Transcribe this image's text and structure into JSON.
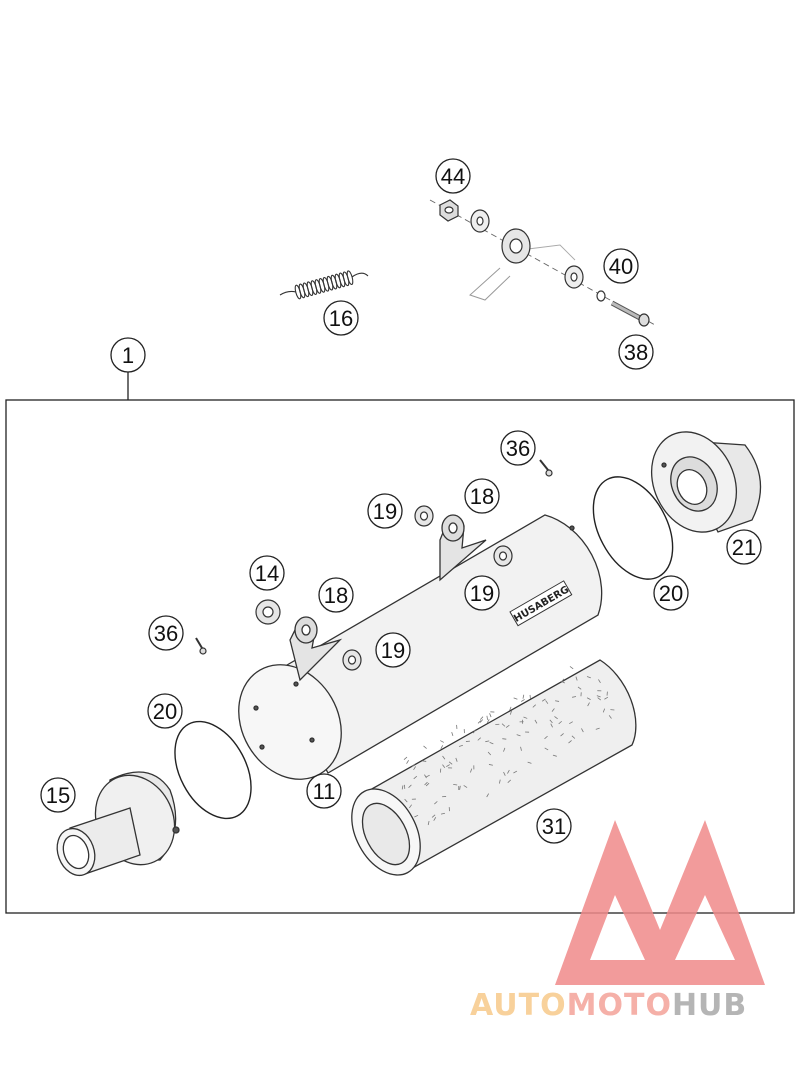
{
  "callouts": {
    "c44": "44",
    "c40": "40",
    "c38": "38",
    "c16": "16",
    "c1": "1",
    "c36a": "36",
    "c36b": "36",
    "c19a": "19",
    "c18a": "18",
    "c19b": "19",
    "c14": "14",
    "c18b": "18",
    "c19c": "19",
    "c21": "21",
    "c20a": "20",
    "c20b": "20",
    "c15": "15",
    "c11": "11",
    "c31": "31"
  },
  "muffler_brand_text": "HUSABERG",
  "watermark": {
    "part1": "AUTO",
    "part2": "MOTO",
    "part3": "HUB",
    "color_auto": "#f7c98a",
    "color_moto": "#f4a39a",
    "color_hub": "#a9a9a9",
    "color_triangle": "#f08a8a"
  }
}
